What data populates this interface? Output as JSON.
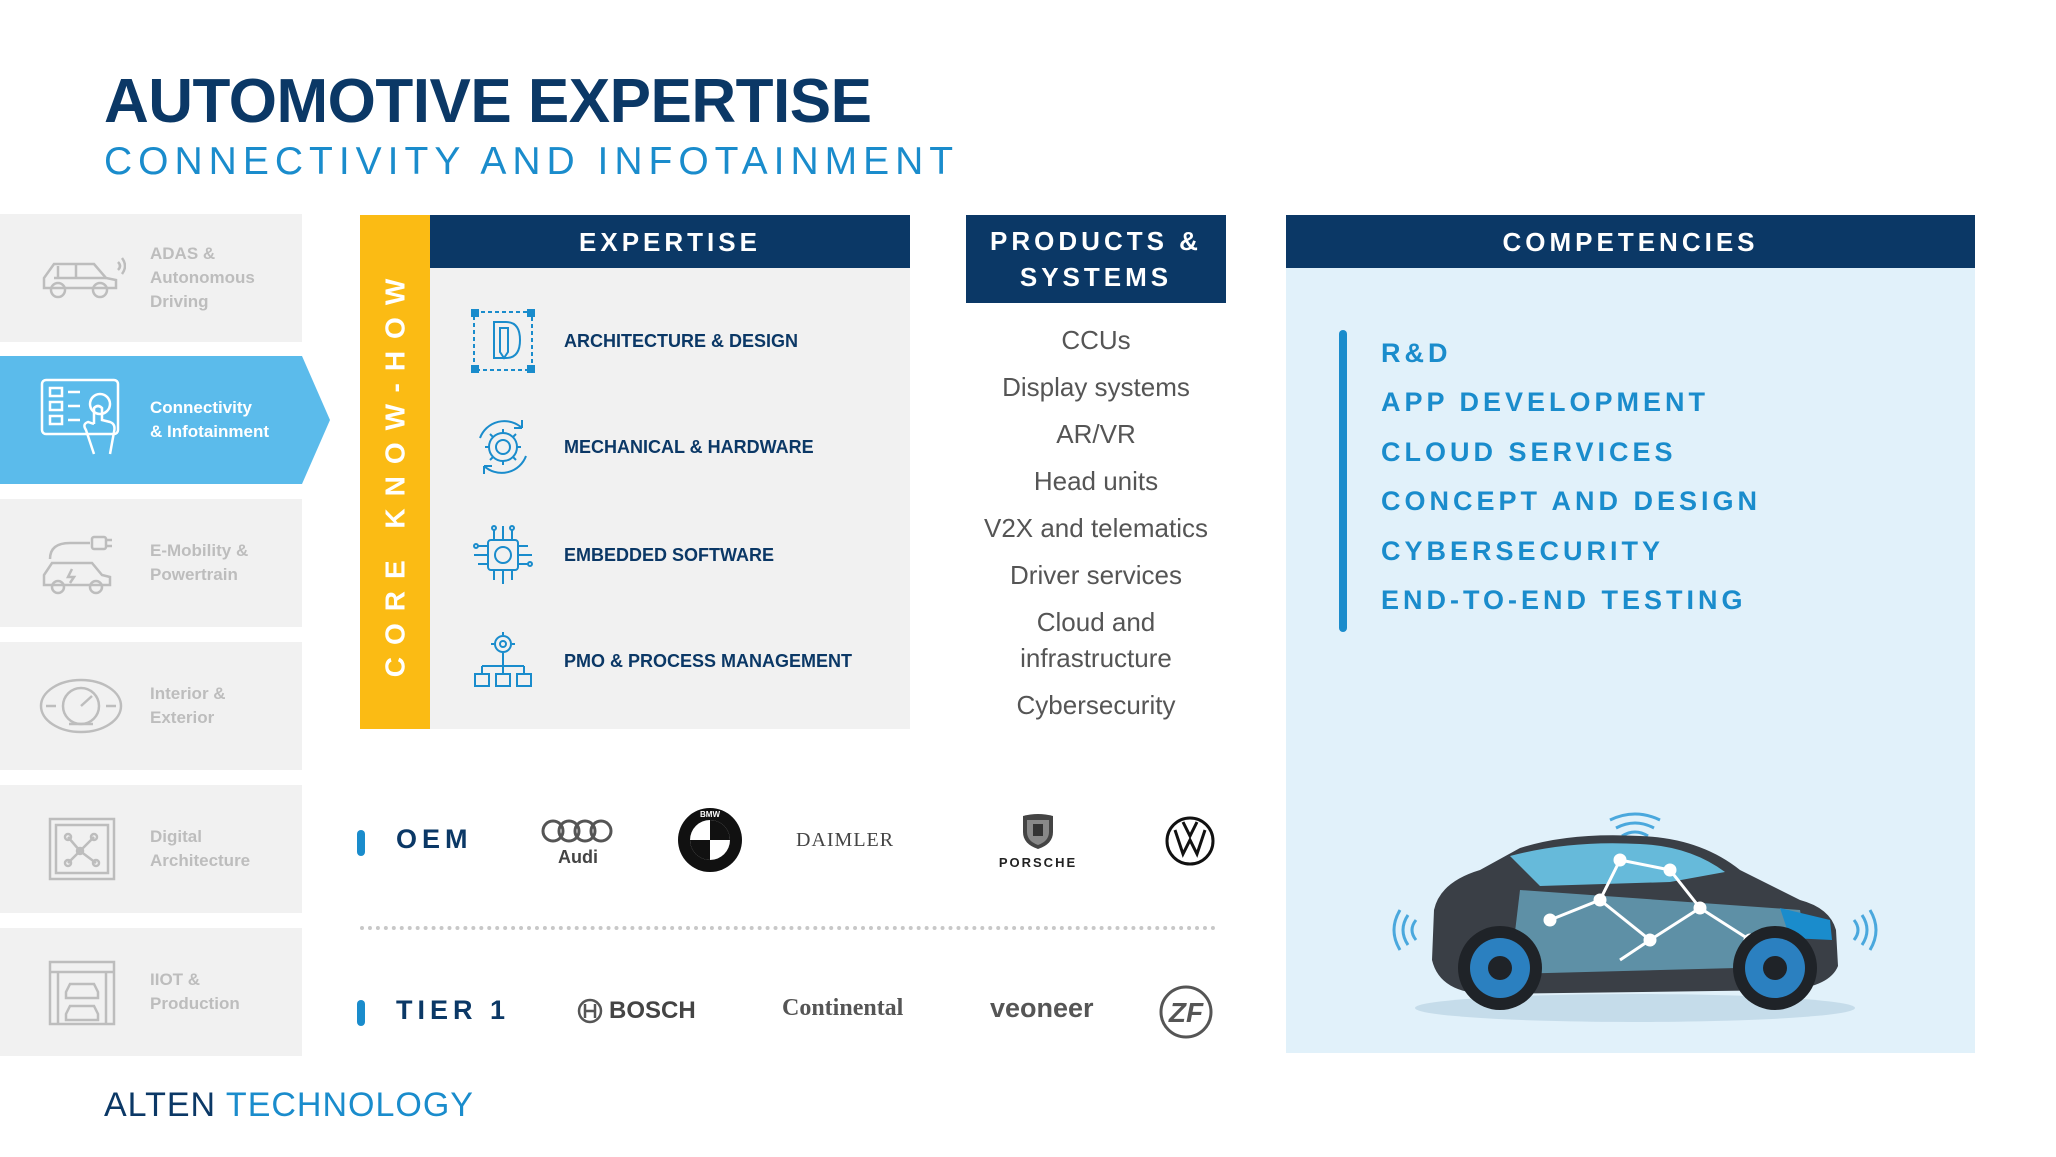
{
  "header": {
    "title": "AUTOMOTIVE EXPERTISE",
    "subtitle": "CONNECTIVITY AND INFOTAINMENT"
  },
  "sidebar": {
    "items": [
      {
        "line1": "ADAS &",
        "line2": "Autonomous",
        "line3": "Driving",
        "icon": "car-sensor-icon",
        "active": false
      },
      {
        "line1": "Connectivity",
        "line2": "& Infotainment",
        "line3": "",
        "icon": "touchscreen-icon",
        "active": true
      },
      {
        "line1": "E-Mobility &",
        "line2": "Powertrain",
        "line3": "",
        "icon": "electric-car-icon",
        "active": false
      },
      {
        "line1": "Interior &",
        "line2": "Exterior",
        "line3": "",
        "icon": "dashboard-gauge-icon",
        "active": false
      },
      {
        "line1": "Digital",
        "line2": "Architecture",
        "line3": "",
        "icon": "circuit-board-icon",
        "active": false
      },
      {
        "line1": "IIOT &",
        "line2": "Production",
        "line3": "",
        "icon": "factory-lift-icon",
        "active": false
      }
    ]
  },
  "expertise": {
    "core_label": "CORE KNOW-HOW",
    "header": "EXPERTISE",
    "items": [
      {
        "label": "ARCHITECTURE & DESIGN",
        "icon": "architecture-design-icon"
      },
      {
        "label": "MECHANICAL & HARDWARE",
        "icon": "gear-cycle-icon"
      },
      {
        "label": "EMBEDDED SOFTWARE",
        "icon": "chip-icon"
      },
      {
        "label": "PMO & PROCESS MANAGEMENT",
        "icon": "process-hierarchy-icon"
      }
    ]
  },
  "products": {
    "header_line1": "PRODUCTS &",
    "header_line2": "SYSTEMS",
    "items": [
      "CCUs",
      "Display systems",
      "AR/VR",
      "Head units",
      "V2X and telematics",
      "Driver services",
      "Cloud and",
      "infrastructure",
      "Cybersecurity"
    ]
  },
  "competencies": {
    "header": "COMPETENCIES",
    "items": [
      "R&D",
      "APP DEVELOPMENT",
      "CLOUD SERVICES",
      "CONCEPT AND DESIGN",
      "CYBERSECURITY",
      "END-TO-END TESTING"
    ]
  },
  "partners": {
    "oem_label": "OEM",
    "tier1_label": "TIER 1",
    "oem": {
      "audi": "Audi",
      "bmw": "BMW",
      "daimler": "DAIMLER",
      "porsche": "PORSCHE",
      "vw": "VW"
    },
    "tier1": {
      "bosch": "BOSCH",
      "continental": "Continental",
      "veoneer": "veoneer",
      "zf": "ZF"
    }
  },
  "footer": {
    "brand": "ALTEN",
    "brand2": "TECHNOLOGY"
  },
  "colors": {
    "navy": "#0b3866",
    "blue": "#1a8ccc",
    "yellow": "#fbbb14",
    "light_blue": "#5bbbeb"
  }
}
